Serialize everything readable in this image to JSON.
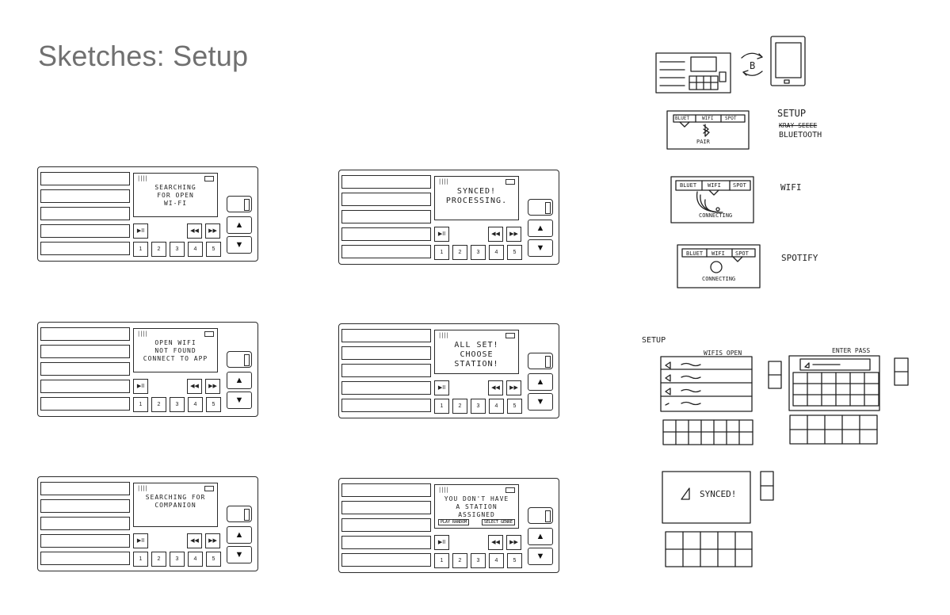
{
  "page": {
    "title": "Sketches: Setup"
  },
  "device": {
    "preset_buttons": [
      "1",
      "2",
      "3",
      "4",
      "5"
    ],
    "play_pause": "▶II",
    "rewind": "◀◀",
    "forward": "▶▶",
    "up": "▲",
    "down": "▼",
    "signal": "||||"
  },
  "screens": [
    {
      "message": "SEARCHING\nFOR OPEN\nWI-FI"
    },
    {
      "message": "SYNCED!\nPROCESSING."
    },
    {
      "message": "OPEN WIFI\nNOT FOUND\nCONNECT TO APP"
    },
    {
      "message": "ALL SET!\nCHOOSE STATION!"
    },
    {
      "message": "SEARCHING FOR\nCOMPANION"
    },
    {
      "message": "YOU DON'T HAVE\nA STATION\nASSIGNED",
      "buttons": [
        "PLAY RANDOM",
        "SELECT GENRE"
      ]
    }
  ],
  "sketches": {
    "phone_pair": {
      "label": "B"
    },
    "tab_labels": [
      "BLUET",
      "WIFI",
      "SPOT"
    ],
    "bluetooth_card": {
      "caption": "PAIR",
      "note_title": "SETUP",
      "note_scratch": "KRAY SEEEE",
      "note_sub": "BLUETOOTH"
    },
    "wifi_card": {
      "caption": "CONNECTING",
      "note": "WIFI"
    },
    "spotify_card": {
      "caption": "CONNECTING",
      "note": "SPOTIFY"
    },
    "setup_flow": {
      "label": "SETUP",
      "wifis_label": "WIFIS OPEN",
      "enter_pass_label": "ENTER PASS",
      "synced_text": "SYNCED!"
    }
  }
}
